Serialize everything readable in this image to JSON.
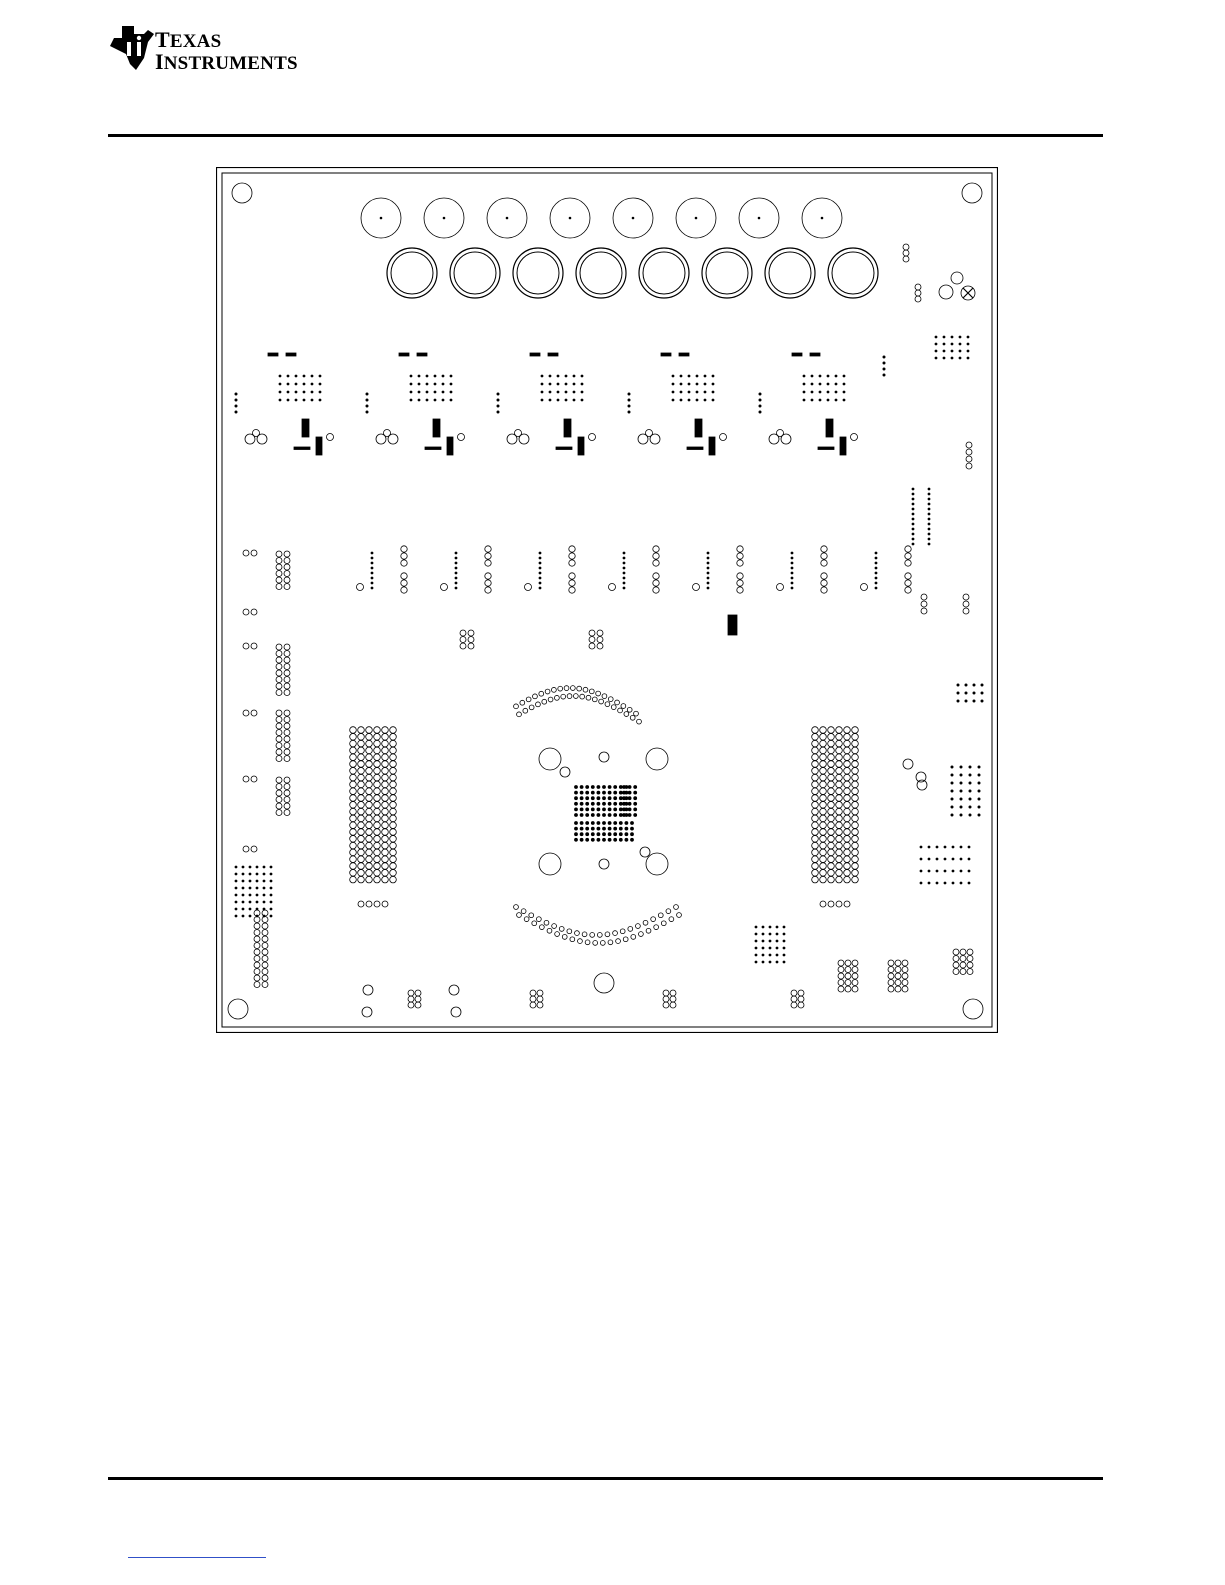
{
  "header": {
    "logo": {
      "line1": "Texas",
      "line2": "Instruments",
      "line1_initial": "T",
      "line1_rest": "EXAS",
      "line2_initial": "I",
      "line2_rest": "NSTRUMENTS"
    }
  },
  "figure": {
    "kind": "pcb-layout-drill-drawing",
    "colors": {
      "ink": "#000000",
      "paper": "#ffffff"
    }
  },
  "footer": {
    "link_color": "#3050c8"
  }
}
